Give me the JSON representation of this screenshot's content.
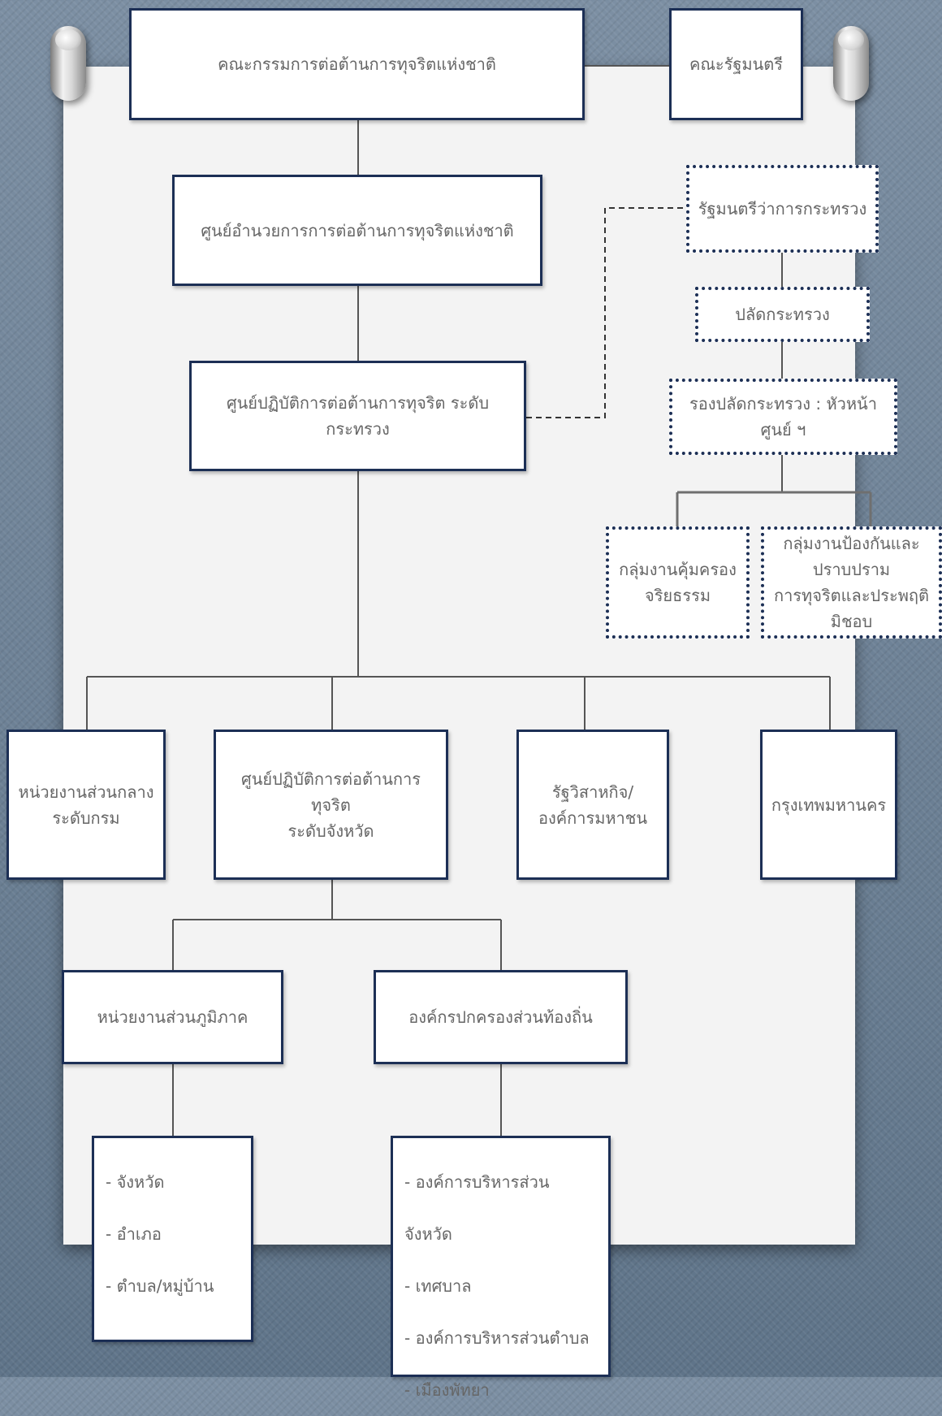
{
  "nodes": {
    "commission": "คณะกรรมการต่อต้านการทุจริตแห่งชาติ",
    "cabinet": "คณะรัฐมนตรี",
    "national_center": "ศูนย์อำนวยการการต่อต้านการทุจริตแห่งชาติ",
    "ministry_center": "ศูนย์ปฏิบัติการต่อต้านการทุจริต ระดับกระทรวง",
    "minister": "รัฐมนตรีว่าการกระทรวง",
    "permanent_secretary": "ปลัดกระทรวง",
    "deputy_secretary": "รองปลัดกระทรวง : หัวหน้าศูนย์ ฯ",
    "ethics_group": [
      "กลุ่มงานคุ้มครอง",
      "จริยธรรม"
    ],
    "prevention_group": [
      "กลุ่มงานป้องกันและปราบปราม",
      "การทุจริตและประพฤติมิชอบ"
    ],
    "central_agencies": [
      "หน่วยงานส่วนกลาง",
      "ระดับกรม"
    ],
    "provincial_center": [
      "ศูนย์ปฏิบัติการต่อต้านการทุจริต",
      "ระดับจังหวัด"
    ],
    "state_enterprise": [
      "รัฐวิสาหกิจ/",
      "องค์การมหาชน"
    ],
    "bangkok": "กรุงเทพมหานคร",
    "regional_agencies": "หน่วยงานส่วนภูมิภาค",
    "local_government": "องค์กรปกครองส่วนท้องถิ่น",
    "regional_list": [
      "- จังหวัด",
      "- อำเภอ",
      "- ตำบล/หมู่บ้าน"
    ],
    "local_list": [
      "- องค์การบริหารส่วนจังหวัด",
      "- เทศบาล",
      "- องค์การบริหารส่วนตำบล",
      "- เมืองพัทยา"
    ]
  }
}
